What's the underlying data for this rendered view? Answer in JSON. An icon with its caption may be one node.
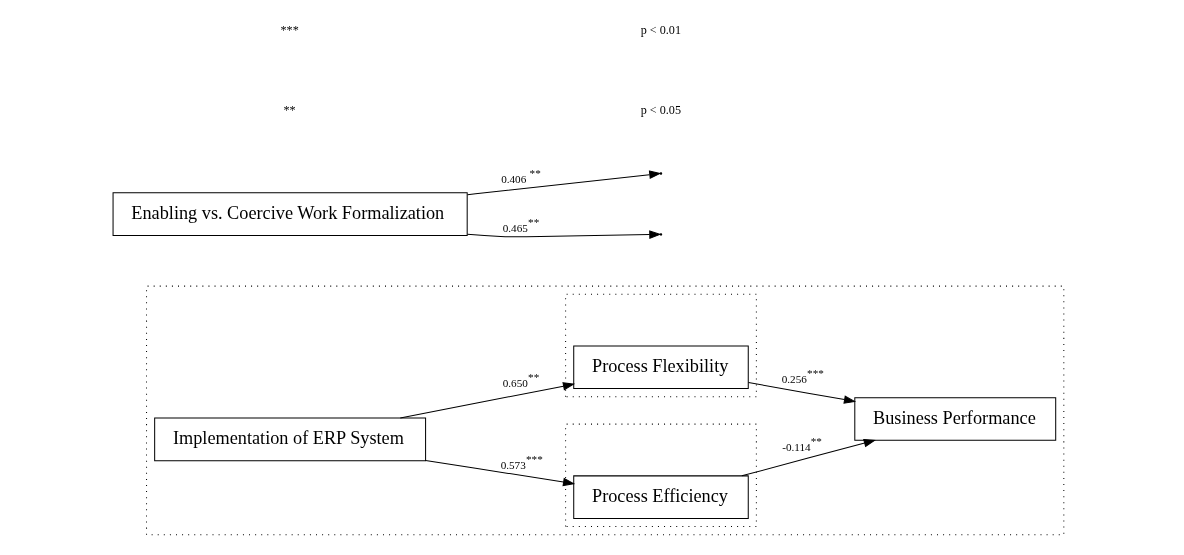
{
  "diagram": {
    "nodes": [
      {
        "text": [],
        "shape": "box"
      },
      {
        "text": [
          "Enabling vs. Coercive Work Formalization"
        ]
      },
      {
        "text": [
          "Implementation of ERP System"
        ],
        "in": 0
      },
      {
        "text": [],
        "shape": "box",
        "in": 0
      },
      {
        "text": [
          "Process Efficiency"
        ],
        "in": 3
      },
      {
        "text": [],
        "shape": "box",
        "in": 0
      },
      {
        "text": [
          "Process Flexibility"
        ],
        "in": 5
      },
      {
        "text": [
          "Business Performance"
        ],
        "in": 0
      }
    ],
    "edges": [
      {
        "from": 1,
        "to": null,
        "arrow": "to",
        "label": "0.406 $^{**}$"
      },
      {
        "from": 1,
        "to": null,
        "arrow": "to",
        "label": "0.465$^{**}$"
      },
      {
        "from": 2,
        "to": 4,
        "arrow": "to",
        "label": "0.573$^{***}$"
      },
      {
        "from": 2,
        "to": 6,
        "arrow": "to",
        "label": "0.650$^{**}$"
      },
      {
        "from": 4,
        "to": 7,
        "arrow": "to",
        "label": "-0.114$^{**}$"
      },
      {
        "from": 6,
        "to": 7,
        "arrow": "to",
        "label": "0.256$^{***}$"
      }
    ],
    "labels": [
      "**",
      "p < 0.05",
      "***",
      "p < 0.01"
    ]
  }
}
